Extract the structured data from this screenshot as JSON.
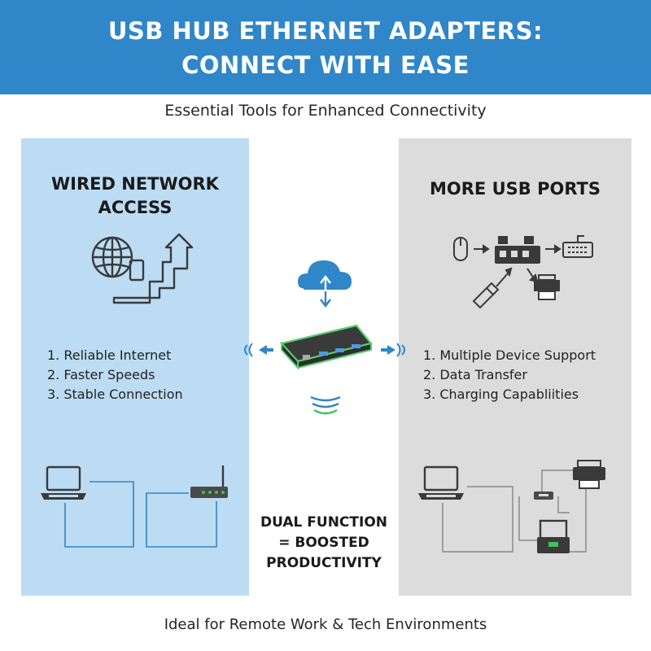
{
  "header": {
    "title_line1": "USB HUB ETHERNET ADAPTERS:",
    "title_line2": "CONNECT WITH EASE"
  },
  "subtitle": "Essential Tools for Enhanced Connectivity",
  "left_panel": {
    "title_line1": "WIRED NETWORK",
    "title_line2": "ACCESS",
    "items": [
      "1. Reliable Internet",
      "2. Faster Speeds",
      "3. Stable Connection"
    ],
    "icons": [
      "globe-icon",
      "device-icon",
      "upward-arrow-icon",
      "laptop-icon",
      "router-icon"
    ]
  },
  "right_panel": {
    "title": "MORE USB PORTS",
    "items": [
      "1. Multiple Device Support",
      "2. Data Transfer",
      "3. Charging Capabliities"
    ],
    "icons": [
      "mouse-icon",
      "usb-hub-icon",
      "keyboard-icon",
      "usb-drive-icon",
      "printer-icon",
      "laptop-icon",
      "scanner-icon"
    ]
  },
  "center": {
    "line1": "DUAL FUNCTION",
    "line2": "= BOOSTED",
    "line3": "PRODUCTIVITY",
    "icons": [
      "cloud-icon",
      "usb-hub-adapter-icon",
      "signal-waves-icon"
    ]
  },
  "footer": "Ideal for Remote Work & Tech Environments",
  "colors": {
    "banner": "#2f86c8",
    "left_panel": "#bcdcf3",
    "right_panel": "#dcdcdc",
    "accent_blue": "#2f86c8",
    "accent_green": "#3cc35a"
  }
}
